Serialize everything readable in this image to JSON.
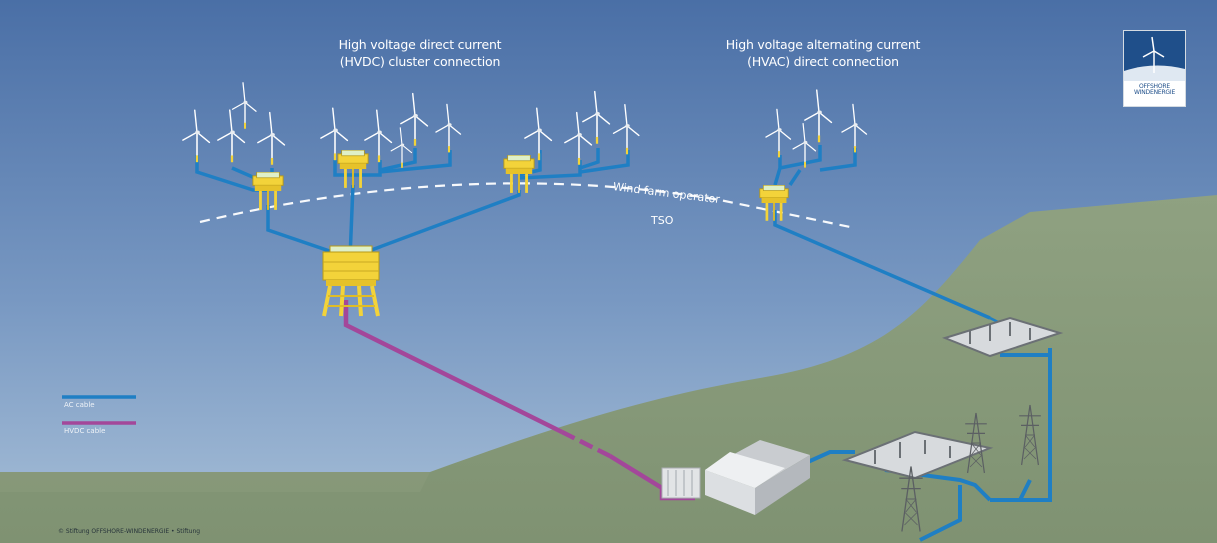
{
  "titles": {
    "hvdc_line1": "High voltage direct current",
    "hvdc_line2": "(HVDC) cluster connection",
    "hvac_line1": "High voltage alternating current",
    "hvac_line2": "(HVAC) direct connection"
  },
  "labels": {
    "wind_farm_operator": "Wind farm operator",
    "tso": "TSO"
  },
  "legend": [
    {
      "label": "AC cable",
      "color": "#1f7fc4"
    },
    {
      "label": "HVDC cable",
      "color": "#a3479a"
    }
  ],
  "logo": {
    "text_line1": "OFFSHORE",
    "text_line2": "WINDENERGIE"
  },
  "copyright": "© Stiftung OFFSHORE-WINDENERGIE • Stiftung",
  "colors": {
    "sky_top": "#4a6fa6",
    "sky_bottom": "#a8c0d8",
    "land": "#889b7a",
    "land_shadow": "#7d906f",
    "ac_cable": "#1f7fc4",
    "hvdc_cable": "#a3479a",
    "platform": "#f3d33a",
    "turbine": "#f4f6f8"
  },
  "icons": {
    "logo": "offshore-wind-logo-icon",
    "turbine": "wind-turbine-icon",
    "platform": "substation-platform-icon",
    "pylon": "power-pylon-icon"
  }
}
